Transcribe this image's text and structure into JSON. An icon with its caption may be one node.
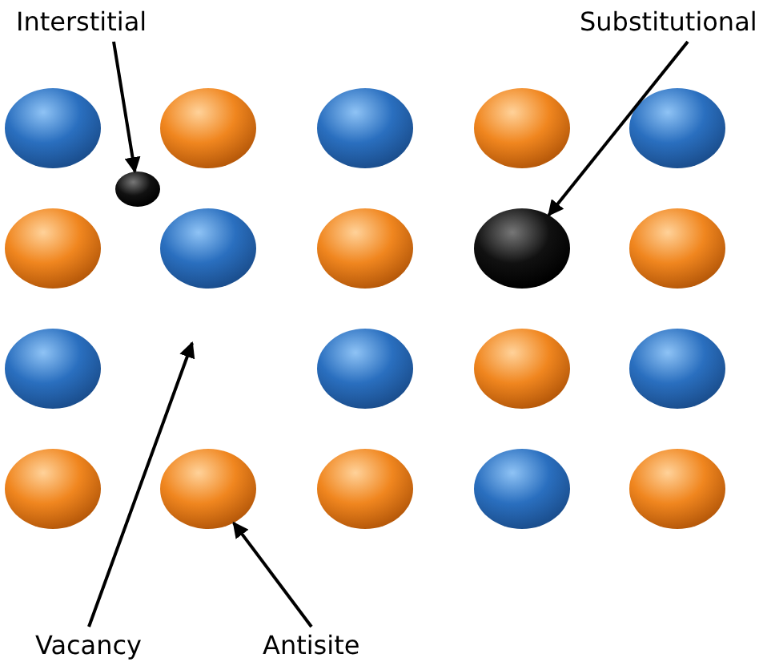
{
  "diagram": {
    "nodes": [
      {
        "text": [
          "Interstitial"
        ]
      },
      {
        "text": [
          "Substitutional"
        ]
      },
      {
        "text": [],
        "shape": "circle"
      },
      {
        "text": [],
        "shape": "circle"
      },
      {
        "text": [],
        "shape": "circle"
      },
      {
        "text": [],
        "shape": "circle"
      },
      {
        "text": [],
        "shape": "circle"
      },
      {
        "text": [],
        "shape": "circle"
      },
      {
        "text": [],
        "shape": "circle"
      },
      {
        "text": [],
        "shape": "circle"
      },
      {
        "text": [],
        "shape": "circle"
      },
      {
        "text": [],
        "shape": "circle"
      },
      {
        "text": [],
        "shape": "circle"
      },
      {
        "text": [],
        "shape": "circle"
      },
      {
        "text": [],
        "shape": "circle"
      },
      {
        "text": [],
        "shape": "circle"
      },
      {
        "text": [],
        "shape": "circle"
      },
      {
        "text": [],
        "shape": "circle"
      },
      {
        "text": [],
        "shape": "circle"
      },
      {
        "text": [],
        "shape": "circle"
      },
      {
        "text": [],
        "shape": "circle"
      },
      {
        "text": [],
        "shape": "circle"
      },
      {
        "text": [
          "Vacancy"
        ]
      },
      {
        "text": [
          "Antisite"
        ]
      }
    ],
    "edges": [
      {
        "from": 0,
        "to": 7,
        "arrow": "to"
      },
      {
        "from": 1,
        "to": 11,
        "arrow": "to"
      },
      {
        "from": 22,
        "to": null,
        "arrow": "to"
      },
      {
        "from": 23,
        "to": 18,
        "arrow": "to"
      }
    ]
  }
}
